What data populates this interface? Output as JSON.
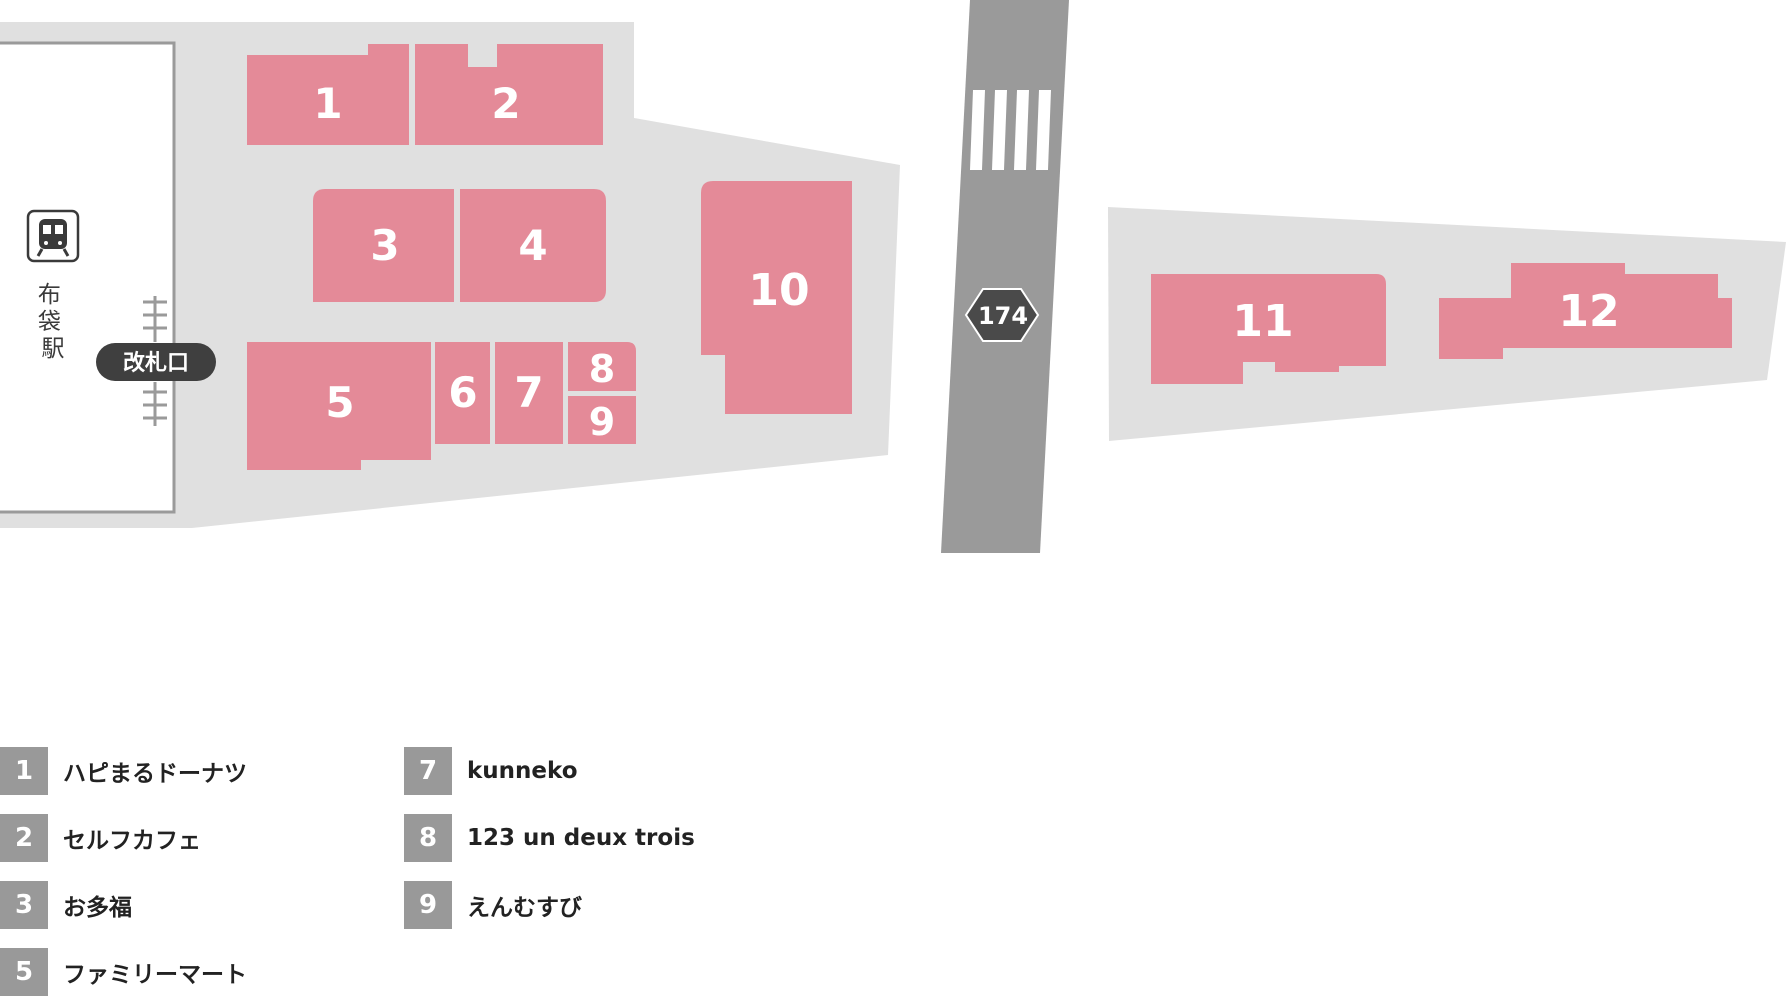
{
  "station": {
    "name": "布袋駅",
    "gate": "改札口",
    "icon": "train-icon"
  },
  "road": {
    "route": "174"
  },
  "units": {
    "u1": "1",
    "u2": "2",
    "u3": "3",
    "u4": "4",
    "u5": "5",
    "u6": "6",
    "u7": "7",
    "u8": "8",
    "u9": "9",
    "u10": "10",
    "u11": "11",
    "u12": "12"
  },
  "legend": [
    {
      "num": "1",
      "name": "ハピまるドーナツ"
    },
    {
      "num": "2",
      "name": "セルフカフェ"
    },
    {
      "num": "3",
      "name": "お多福"
    },
    {
      "num": "5",
      "name": "ファミリーマート"
    },
    {
      "num": "7",
      "name": "kunneko"
    },
    {
      "num": "8",
      "name": "123 un deux trois"
    },
    {
      "num": "9",
      "name": "えんむすび"
    }
  ],
  "colors": {
    "shop": "#e48a98",
    "ground": "#e0e0e0",
    "road": "#9a9a9a",
    "label": "#999999"
  }
}
